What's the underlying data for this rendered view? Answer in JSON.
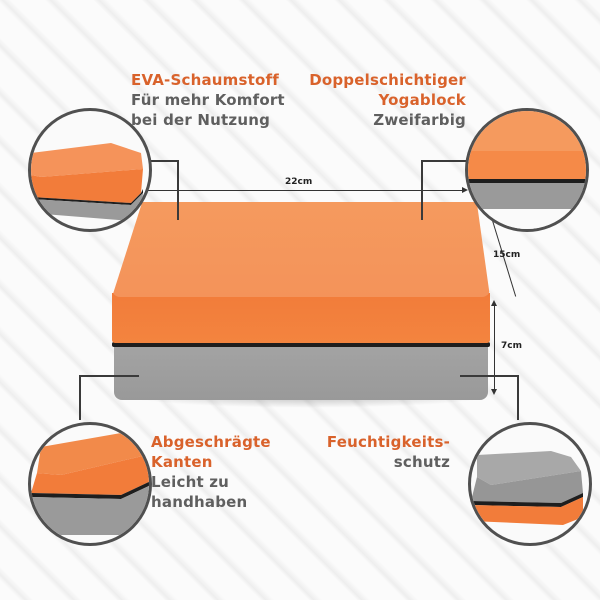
{
  "colors": {
    "accent_orange": "#d9622b",
    "text_gray": "#5f5f5f",
    "block_orange": "#f4935a",
    "block_gray": "#a0a0a0",
    "seam_black": "#1e1e1e"
  },
  "features": [
    {
      "id": "top-left",
      "title": "EVA-Schaumstoff",
      "subtitle_lines": [
        "Für mehr Komfort",
        "bei der Nutzung"
      ]
    },
    {
      "id": "top-right",
      "title_lines": [
        "Doppelschichtiger",
        "Yogablock"
      ],
      "subtitle": "Zweifarbig"
    },
    {
      "id": "bottom-left",
      "title_lines": [
        "Abgeschrägte",
        "Kanten"
      ],
      "subtitle_lines": [
        "Leicht zu",
        "handhaben"
      ]
    },
    {
      "id": "bottom-right",
      "title": "Feuchtigkeits-",
      "subtitle": "schutz"
    }
  ],
  "dimensions": {
    "length": "22cm",
    "width": "15cm",
    "height": "7cm"
  },
  "detail_icons": [
    "block-corner-closeup",
    "block-layer-closeup",
    "beveled-edge-closeup",
    "moisture-bottom-closeup"
  ]
}
